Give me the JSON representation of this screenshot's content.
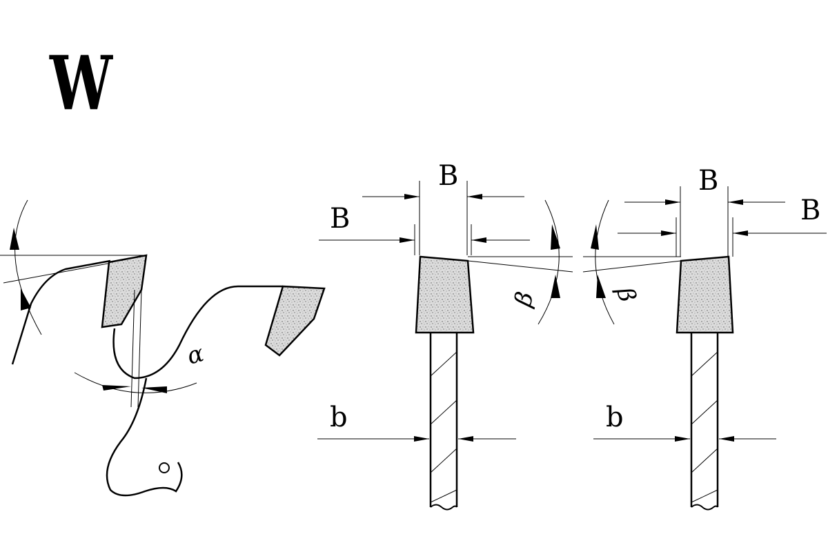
{
  "profile_code": "W",
  "labels": {
    "tooth_width": "B",
    "blade_thickness": "b",
    "hook_angle": "α",
    "top_bevel_angle": "β"
  },
  "colors": {
    "ink": "#000000",
    "background": "#ffffff",
    "carbide_fill": "#d8d8d8"
  }
}
